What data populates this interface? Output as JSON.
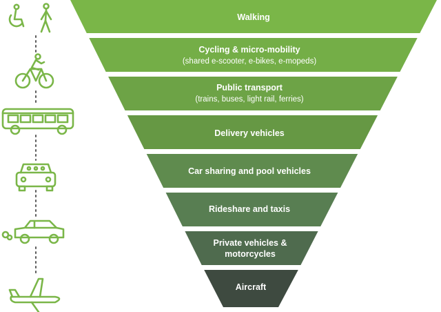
{
  "hierarchy": {
    "levels": [
      {
        "title": "Walking",
        "subtitle": "",
        "color": "#7ab648"
      },
      {
        "title": "Cycling & micro-mobility",
        "subtitle": "(shared e-scooter, e-bikes, e-mopeds)",
        "color": "#74ae47"
      },
      {
        "title": "Public transport",
        "subtitle": "(trains, buses, light rail, ferries)",
        "color": "#6da346"
      },
      {
        "title": "Delivery vehicles",
        "subtitle": "",
        "color": "#669844"
      },
      {
        "title": "Car sharing and pool vehicles",
        "subtitle": "",
        "color": "#5f8b4e"
      },
      {
        "title": "Rideshare and taxis",
        "subtitle": "",
        "color": "#587e52"
      },
      {
        "title": "Private vehicles &",
        "subtitle": "motorcycles",
        "color": "#4f6b4e"
      },
      {
        "title": "Aircraft",
        "subtitle": "",
        "color": "#3e4a40"
      }
    ]
  },
  "icons": [
    {
      "name": "wheelchair-icon"
    },
    {
      "name": "pedestrian-icon"
    },
    {
      "name": "cyclist-icon"
    },
    {
      "name": "bus-icon"
    },
    {
      "name": "car-front-icon"
    },
    {
      "name": "car-side-exhaust-icon"
    },
    {
      "name": "airplane-icon"
    }
  ],
  "colors": {
    "icon": "#7ab648",
    "connector": "#5a5a5a"
  }
}
